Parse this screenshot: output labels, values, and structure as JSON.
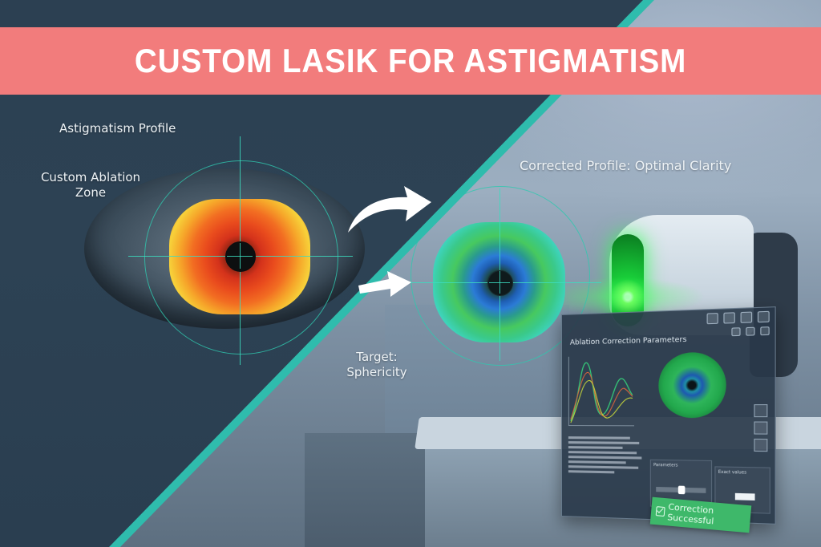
{
  "title": "CUSTOM LASIK FOR ASTIGMATISM",
  "colors": {
    "title_band": "#f27c7c",
    "title_text": "#ffffff",
    "left_panel": "#2c4052",
    "divider_stripe": "#2fbcad",
    "hud_lines": "#2fc8af",
    "laser_green": "#19d13a",
    "success_badge": "#3eb86a"
  },
  "left_panel": {
    "labels": {
      "astigmatism_profile": "Astigmatism Profile",
      "ablation_zone_line1": "Custom Ablation",
      "ablation_zone_line2": "Zone"
    },
    "eye_map": "heat-map-irregular-cornea"
  },
  "right_panel": {
    "labels": {
      "corrected_profile": "Corrected Profile: Optimal Clarity",
      "target_line1": "Target:",
      "target_line2": "Sphericity"
    },
    "eye_map": "corrected-spherical-cornea"
  },
  "arrows": [
    "curved-arrow-icon",
    "straight-arrow-icon"
  ],
  "monitor": {
    "title": "Ablation Correction Parameters",
    "toolbar_icons": [
      "lock-icon",
      "image-icon",
      "screen-icon",
      "settings-icon"
    ],
    "sub_toolbar_icons": [
      "eye-icon",
      "folder-icon",
      "document-icon"
    ],
    "side_icons": [
      "grid-icon",
      "chart-icon",
      "pointer-icon"
    ],
    "panels": [
      "Parameters",
      "Exact values"
    ],
    "status_badge": "Correction Successful"
  }
}
